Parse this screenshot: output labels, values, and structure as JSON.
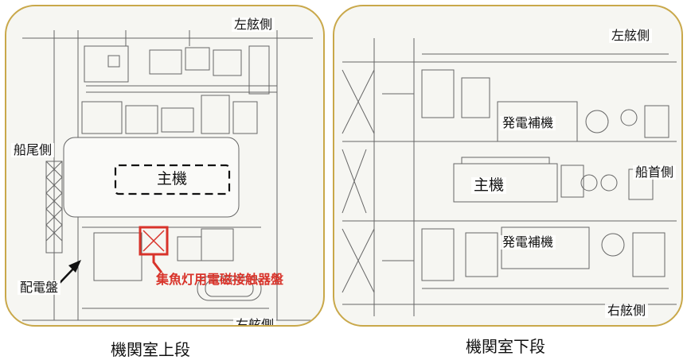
{
  "upper_deck": {
    "caption": "機関室上段",
    "port_label": "左舷側",
    "starboard_label": "右舷側",
    "stern_label": "船尾側",
    "main_engine_label": "主機",
    "switchboard_label": "配電盤",
    "contactor_panel_label": "集魚灯用電磁接触器盤"
  },
  "lower_deck": {
    "caption": "機関室下段",
    "port_label": "左舷側",
    "starboard_label": "右舷側",
    "bow_label": "船首側",
    "main_engine_label": "主機",
    "aux_generator_top_label": "発電補機",
    "aux_generator_bottom_label": "発電補機"
  },
  "colors": {
    "frame": "#c9a84a",
    "highlight": "#d8332a",
    "drawing": "#555555"
  }
}
